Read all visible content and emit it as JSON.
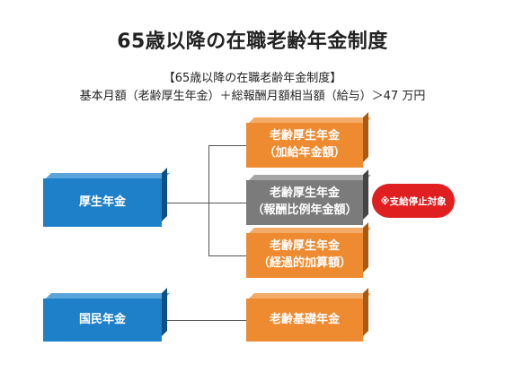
{
  "title": "65歳以降の在職老齢年金制度",
  "subtitle1": "【65歳以降の在職老齢年金制度】",
  "subtitle2": "基本月額（老齢厚生年金）＋総報酬月額相当額（給与）＞47 万円",
  "left_boxes": {
    "kosei": "厚生年金",
    "kokumin": "国民年金"
  },
  "right_boxes": {
    "kakyu_line1": "老齢厚生年金",
    "kakyu_line2": "（加給年金額）",
    "hirei_line1": "老齢厚生年金",
    "hirei_line2": "（報酬比例年金額）",
    "keika_line1": "老齢厚生年金",
    "keika_line2": "（経過的加算額）",
    "kiso": "老齢基礎年金"
  },
  "badge": "※支給停止対象",
  "colors": {
    "blue": "#1d80c8",
    "orange": "#ee8a2f",
    "gray": "#7b7b7b",
    "red": "#e02020"
  }
}
